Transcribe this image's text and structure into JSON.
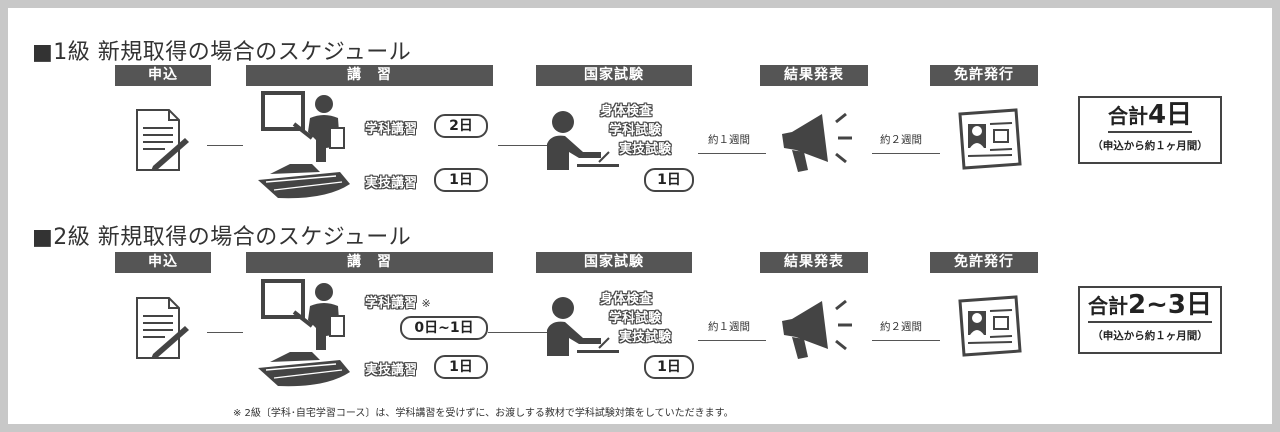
{
  "schedule1": {
    "title": "■1級 新規取得の場合のスケジュール",
    "headers": [
      "申込",
      "講　習",
      "国家試験",
      "結果発表",
      "免許発行"
    ],
    "lecture1": "学科講習",
    "lecture1_days": "2日",
    "lecture2": "実技講習",
    "lecture2_days": "1日",
    "exam_items": [
      "身体検査",
      "学科試験",
      "実技試験"
    ],
    "exam_days": "1日",
    "wait1": "約１週間",
    "wait2": "約２週間",
    "total_label": "合計",
    "total_value": "4日",
    "total_sub": "（申込から約１ヶ月間）"
  },
  "schedule2": {
    "title": "■2級 新規取得の場合のスケジュール",
    "headers": [
      "申込",
      "講　習",
      "国家試験",
      "結果発表",
      "免許発行"
    ],
    "lecture1": "学科講習",
    "lecture1_mark": "※",
    "lecture1_days": "0日~1日",
    "lecture2": "実技講習",
    "lecture2_days": "1日",
    "exam_items": [
      "身体検査",
      "学科試験",
      "実技試験"
    ],
    "exam_days": "1日",
    "wait1": "約１週間",
    "wait2": "約２週間",
    "total_label": "合計",
    "total_value": "2~3日",
    "total_sub": "（申込から約１ヶ月間）"
  },
  "footnote": "※ 2級〔学科･自宅学習コース〕は、学科講習を受けずに、お渡しする教材で学科試験対策をしていただきます。",
  "colors": {
    "header_bg": "#555555",
    "icon": "#444444",
    "page_bg": "#c8c8c8"
  },
  "icons": [
    "application-form-icon",
    "lecture-teacher-icon",
    "boat-icon",
    "exam-desk-icon",
    "megaphone-icon",
    "license-card-icon"
  ]
}
